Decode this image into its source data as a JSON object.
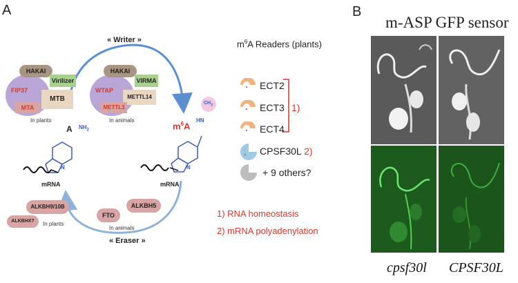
{
  "panel_a": {
    "letter": "A",
    "writer_label": "« Writer »",
    "eraser_label": "« Eraser »",
    "plants_writer": {
      "hakai": "HAKAI",
      "virilizer": "Virilizer",
      "fip37": "FIP37",
      "mtb": "MTB",
      "mta": "MTA",
      "caption": "In plants"
    },
    "animals_writer": {
      "hakai": "HAKAI",
      "virma": "VIRMA",
      "wtap": "WTAP",
      "mettl14": "METTL14",
      "mettl3": "METTL3",
      "caption": "In animals"
    },
    "left_molecule": {
      "base_label": "A",
      "nh2": "NH",
      "nh2_sub": "2",
      "n": "N",
      "rna": "mRNA"
    },
    "right_molecule": {
      "base_label_m": "m",
      "base_label_sup": "6",
      "base_label_a": "A",
      "hn": "HN",
      "ch3": "CH",
      "ch3_sub": "3",
      "n": "N",
      "rna": "mRNA"
    },
    "plants_eraser": {
      "alkbh9": "ALKBH9/10B",
      "alkbhx": "ALKBHX?",
      "caption": "In plants"
    },
    "animals_eraser": {
      "fto": "FTO",
      "alkbh5": "ALKBH5",
      "caption": "In animals"
    },
    "readers": {
      "title_m": "m",
      "title_sup": "6",
      "title_rest": "A Readers (plants)",
      "items": [
        "ECT2",
        "ECT3",
        "ECT4",
        "CPSF30L",
        "+ 9 others?"
      ],
      "group1_tag": "1)",
      "cpsf_tag": "2)"
    },
    "functions": [
      "1) RNA homeostasis",
      "2) mRNA polyadenylation"
    ]
  },
  "panel_b": {
    "letter": "B",
    "title": "m-ASP GFP sensor",
    "left_label": "cpsf30l",
    "right_label": "CPSF30L"
  },
  "colors": {
    "writer_arrow": "#5b8fd0",
    "eraser_arrow": "#8fb2d9",
    "accent_red": "#d8372a",
    "lavender": "#b9a6d6",
    "green_box": "#a9d08e",
    "beige": "#ead7c3",
    "pink": "#d9a4a4",
    "taupe": "#a89582",
    "reader_orange": "#f0b483",
    "reader_blue": "#9ccbe3",
    "reader_grey": "#bdbdbd",
    "gfp_green": "#1d5a1d"
  }
}
